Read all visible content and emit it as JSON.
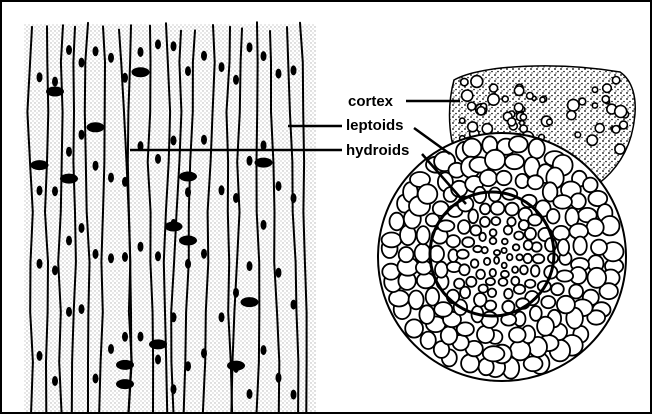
{
  "labels": {
    "cortex": "cortex",
    "leptoids": "leptoids",
    "hydroids": "hydroids"
  },
  "colors": {
    "ink": "#000000",
    "paper": "#ffffff"
  }
}
